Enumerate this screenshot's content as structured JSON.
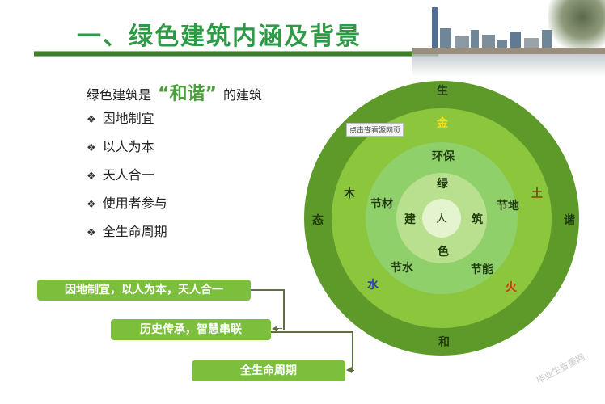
{
  "slide": {
    "title": "一、绿色建筑内涵及背景",
    "intro": {
      "prefix": "绿色建筑是",
      "highlight": "“和谐”",
      "suffix": "的建筑"
    },
    "bullet_glyph": "❖",
    "bullets": [
      "因地制宜",
      "以人为本",
      "天人合一",
      "使用者参与",
      "全生命周期"
    ],
    "flow": [
      "因地制宜，以人为本，天人合一",
      "历史传承，智慧串联",
      "全生命周期"
    ],
    "tooltip": "点击查看源网页",
    "watermark": "毕业生查重网"
  },
  "diagram": {
    "colors": {
      "outer": "#5e9a2a",
      "ring2": "#8cc63c",
      "ring3": "#8fd06a",
      "ring4": "#b8e08e",
      "core": "#e4f4cf",
      "title_green": "#2f9a46",
      "flow_box": "#7cbf3c"
    },
    "outer_ring": {
      "top": "生",
      "right": "谐",
      "bottom": "和",
      "left": "态"
    },
    "elements": {
      "gold": "金",
      "wood": "木",
      "earth": "土",
      "water": "水",
      "fire": "火"
    },
    "element_colors": {
      "gold": "#f0e020",
      "wood": "#1f3a0e",
      "earth": "#7a4a10",
      "water": "#2a3fb0",
      "fire": "#d83010"
    },
    "ring3": {
      "top": "环保",
      "left": "节材",
      "right": "节地",
      "bottom_left": "节水",
      "bottom_right": "节能"
    },
    "ring4": {
      "top": "绿",
      "left": "建",
      "right": "筑",
      "bottom": "色"
    },
    "core": "人"
  }
}
